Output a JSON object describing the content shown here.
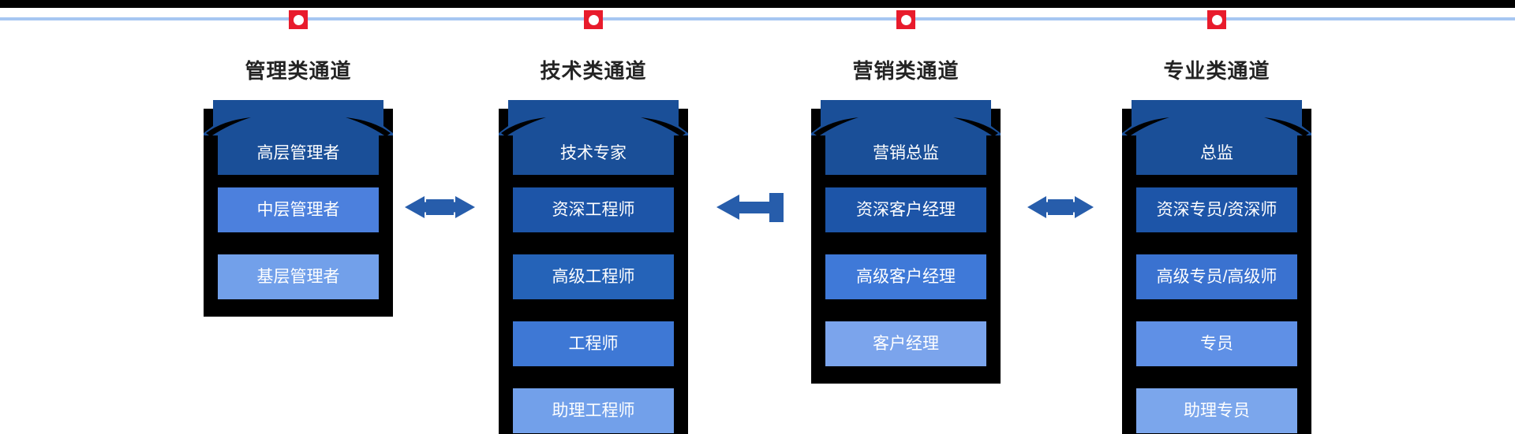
{
  "palette": {
    "top_bar": "#000000",
    "timeline_line": "#a6c6f2",
    "marker_red": "#e81b2c",
    "marker_dot": "#ffffff",
    "badge_dark_blue": "#1a4f98",
    "frame_black": "#000000",
    "arrow_blue": "#275dab",
    "title_text": "#242424",
    "level_text": "#ffffff"
  },
  "timeline": {
    "marker_count": 4
  },
  "arrows": [
    {
      "type": "double-headed",
      "between": "管理类通道-技术类通道"
    },
    {
      "type": "single-left",
      "between": "营销类通道-技术类通道"
    },
    {
      "type": "double-headed",
      "between": "营销类通道-专业类通道"
    }
  ],
  "columns": [
    {
      "title": "管理类通道",
      "levels": [
        {
          "label": "高层管理者",
          "color": "#1a4f98"
        },
        {
          "label": "中层管理者",
          "color": "#4c80dd"
        },
        {
          "label": "基层管理者",
          "color": "#72a0ea"
        }
      ]
    },
    {
      "title": "技术类通道",
      "levels": [
        {
          "label": "技术专家",
          "color": "#1a4f98"
        },
        {
          "label": "资深工程师",
          "color": "#1d55a8"
        },
        {
          "label": "高级工程师",
          "color": "#2563b8"
        },
        {
          "label": "工程师",
          "color": "#3e78d5"
        },
        {
          "label": "助理工程师",
          "color": "#72a0ea"
        }
      ]
    },
    {
      "title": "营销类通道",
      "levels": [
        {
          "label": "营销总监",
          "color": "#1a4f98"
        },
        {
          "label": "资深客户经理",
          "color": "#1d55a8"
        },
        {
          "label": "高级客户经理",
          "color": "#3f79d8"
        },
        {
          "label": "客户经理",
          "color": "#7ba4ec"
        }
      ]
    },
    {
      "title": "专业类通道",
      "levels": [
        {
          "label": "总监",
          "color": "#1a4f98"
        },
        {
          "label": "资深专员/资深师",
          "color": "#1d55a8"
        },
        {
          "label": "高级专员/高级师",
          "color": "#3a72d0"
        },
        {
          "label": "专员",
          "color": "#5f90e6"
        },
        {
          "label": "助理专员",
          "color": "#7ba6ec"
        }
      ]
    }
  ]
}
